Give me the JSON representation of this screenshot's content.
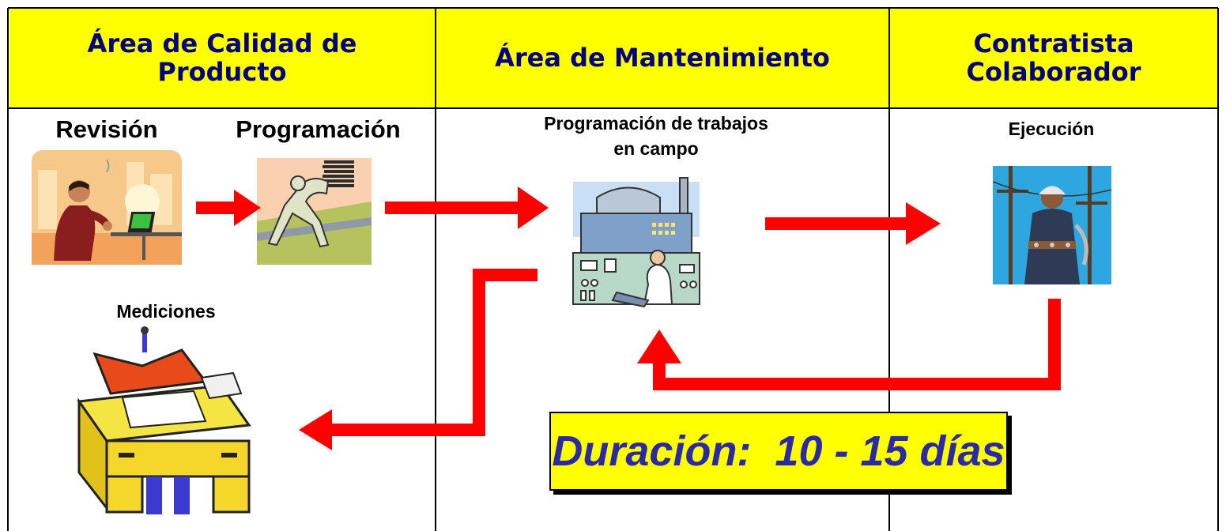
{
  "columns": {
    "quality": "Área de Calidad de Producto",
    "maintenance": "Área de Mantenimiento",
    "contractor": "Contratista Colaborador"
  },
  "steps": {
    "revision": "Revisión",
    "programacion": "Programación",
    "field_scheduling": "Programación de trabajos en campo",
    "ejecucion": "Ejecución",
    "mediciones": "Mediciones"
  },
  "duration_label": "Duración:  10 - 15 días",
  "colors": {
    "header_fill": "#ffff00",
    "header_text": "#000080",
    "arrow": "#ff0000",
    "duration_text": "#2a2aa8"
  },
  "icons": {
    "revision": "man-with-laptop-icon",
    "programacion": "running-man-with-papers-icon",
    "field_scheduling": "industrial-plant-control-room-icon",
    "ejecucion": "lineman-worker-icon",
    "mediciones": "desk-with-papers-icon"
  }
}
